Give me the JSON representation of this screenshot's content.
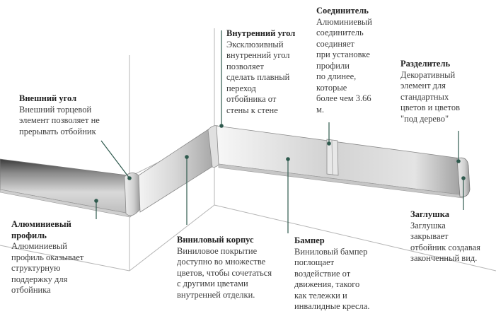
{
  "callouts": {
    "outer_corner": {
      "title": "Внешний угол",
      "desc": "Внешний торцевой\nэлемент позволяет не\nпрерывать отбойник"
    },
    "inner_corner": {
      "title": "Внутренний угол",
      "desc": "Эксклюзивный\nвнутренний угол\nпозволяет\nсделать плавный\nпереход\nотбойника от\nстены к стене"
    },
    "connector": {
      "title": "Соединитель",
      "desc": "Алюминиевый\nсоединитель\nсоединяет\nпри установке\nпрофили\nпо длинее,\nкоторые\nболее чем 3.66\nм."
    },
    "divider": {
      "title": "Разделитель",
      "desc": "Декоративный\nэлемент для\nстандартных\nцветов и цветов\n\"под дерево\""
    },
    "aluminum_profile": {
      "title": "Алюминиевый\nпрофиль",
      "desc": " Алюминиевый\nпрофиль оказывает\nструктурную\nподдержку для\nотбойника"
    },
    "vinyl_body": {
      "title": "Виниловый корпус",
      "desc": "Виниловое покрытие\nдоступно во множестве\nцветов, чтобы сочетаться\nс другими цветами\nвнутренней отделки."
    },
    "bumper": {
      "title": "Бампер",
      "desc": "Виниловый бампер\nпоглощает\nвоздействие от\nдвижения, такого\nкак тележки и\nинвалидные кресла."
    },
    "end_cap": {
      "title": "Заглушка",
      "desc": "Заглушка\nзакрывает\nотбойник создавая\nзаконченный вид."
    }
  },
  "colors": {
    "leader": "#2f5a4e",
    "text": "#3d3d3d",
    "title": "#222222",
    "outline": "#9a9a9a"
  }
}
